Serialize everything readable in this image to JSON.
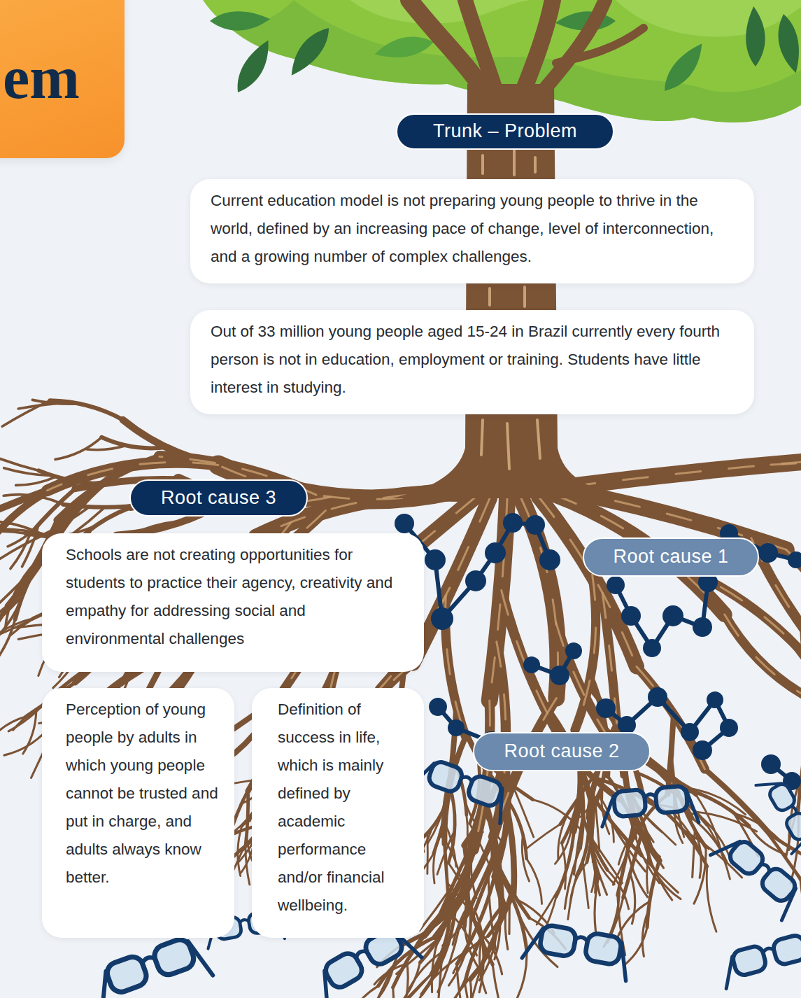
{
  "diagram": {
    "title": "em",
    "nodes": [
      {
        "text": [
          "Trunk – Problem"
        ]
      },
      {
        "text": [
          "Current education model is not preparing young people to thrive in the world, defined by an increasing pace of change, level of interconnection, and a growing number of complex challenges."
        ]
      },
      {
        "text": [
          "Out of 33 million young people aged 15-24 in Brazil currently every fourth person is not in education, employment or training. Students have little interest in studying."
        ]
      },
      {
        "text": [
          "Root cause 3"
        ]
      },
      {
        "text": [
          "Schools are not creating opportunities for students to practice their agency, creativity and empathy for addressing social and environmental challenges"
        ]
      },
      {
        "text": [
          "Root cause 1"
        ]
      },
      {
        "text": [
          "Perception of young people by adults in which young people cannot be trusted and put in charge, and adults always know better."
        ]
      },
      {
        "text": [
          "Definition of success in life, which is mainly defined by academic performance and/or financial wellbeing."
        ]
      },
      {
        "text": [
          "Root cause 2"
        ]
      }
    ]
  }
}
